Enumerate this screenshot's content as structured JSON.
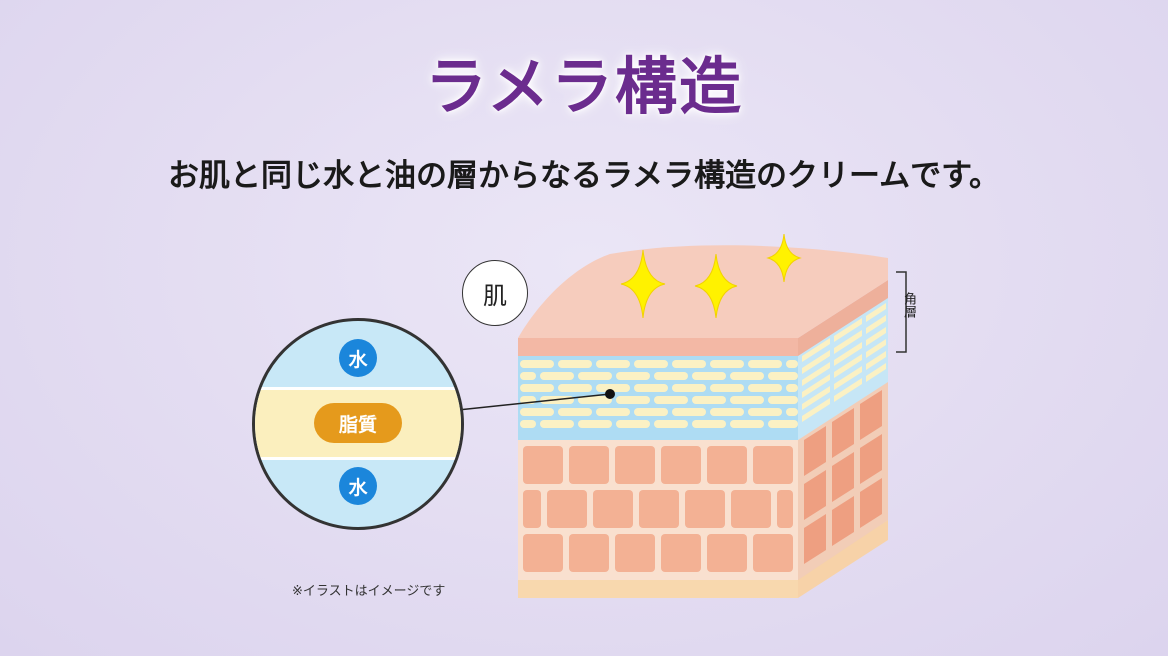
{
  "header": {
    "title": "ラメラ構造",
    "subtitle": "お肌と同じ水と油の層からなるラメラ構造のクリームです。"
  },
  "diagram": {
    "skin_badge": "肌",
    "layer_label": "角層",
    "zoom": {
      "top_label": "水",
      "middle_label": "脂質",
      "bottom_label": "水"
    },
    "note": "※イラストはイメージです"
  },
  "colors": {
    "title": "#6b2c8e",
    "water": "#1b86db",
    "lipid": "#e59a1c",
    "skin_top": "#f5c7b8",
    "brick": "#f2b197",
    "sparkle": "#fff200"
  }
}
